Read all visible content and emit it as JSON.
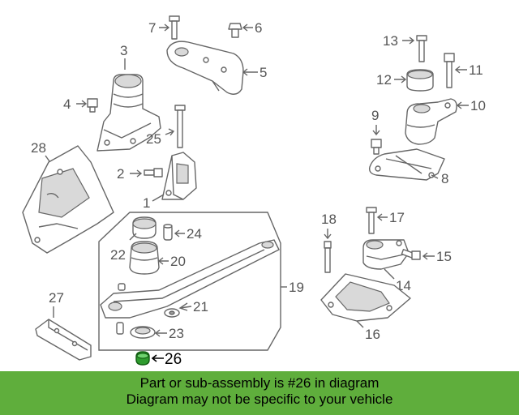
{
  "callouts": {
    "c1": "1",
    "c2": "2",
    "c3": "3",
    "c4": "4",
    "c5": "5",
    "c6": "6",
    "c7": "7",
    "c8": "8",
    "c9": "9",
    "c10": "10",
    "c11": "11",
    "c12": "12",
    "c13": "13",
    "c14": "14",
    "c15": "15",
    "c16": "16",
    "c17": "17",
    "c18": "18",
    "c19": "19",
    "c20": "20",
    "c21": "21",
    "c22": "22",
    "c23": "23",
    "c24": "24",
    "c25": "25",
    "c26": "26",
    "c27": "27",
    "c28": "28"
  },
  "banner": {
    "line1": "Part or sub-assembly is #26 in diagram",
    "line2": "Diagram may not be specific to your vehicle"
  },
  "colors": {
    "banner_bg": "#5fae3c",
    "highlight_part": "#2e9b2e"
  }
}
